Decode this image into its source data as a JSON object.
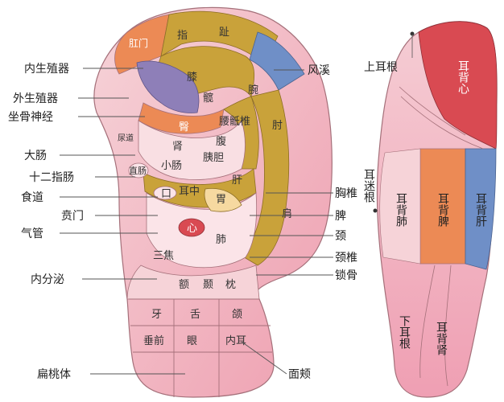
{
  "ear_front": {
    "regions": {
      "ganmen": "肛门",
      "zhi_a": "趾",
      "zhi_b": "指",
      "xi": "膝",
      "kuan": "髋",
      "wan": "腕",
      "tun": "臀",
      "yaodizhui": "腰骶椎",
      "zhou": "肘",
      "niaodao": "尿道",
      "fu": "腹",
      "shen": "肾",
      "yidan": "胰胆",
      "xiaochang": "小肠",
      "zhichang": "直肠",
      "gan": "肝",
      "kou": "口",
      "erzhong": "耳中",
      "wei": "胃",
      "jian": "肩",
      "xin": "心",
      "fei": "肺",
      "sanjiao": "三焦",
      "e": "额",
      "nie": "颞",
      "zhen": "枕",
      "ya": "牙",
      "she": "舌",
      "he": "颌",
      "chuiqian": "垂前",
      "yan": "眼",
      "neier": "内耳"
    },
    "left_labels": {
      "nei_shengzhi": "内生殖器",
      "wai_shengzhi": "外生殖器",
      "zuogu": "坐骨神经",
      "dachang": "大肠",
      "shierzhi": "十二指肠",
      "shidao": "食道",
      "benmen": "贲门",
      "qiguan": "气管",
      "neifenmi": "内分泌",
      "biantaoti": "扁桃体"
    },
    "right_labels": {
      "fengxi": "风溪",
      "xiongzhui": "胸椎",
      "pi": "脾",
      "jing": "颈",
      "jingzhui": "颈椎",
      "suogu": "锁骨",
      "mianjia": "面颊"
    }
  },
  "ear_back": {
    "shang_ergen": "上耳根",
    "er_mi_gen": "耳迷根",
    "xia_ergen": "下耳根",
    "beixin": "耳背心",
    "beifei": "耳背肺",
    "beipi": "耳背脾",
    "beigan": "耳背肝",
    "beishen": "耳背肾"
  },
  "colors": {
    "skin": "#f3c4cb",
    "olive": "#c9a23a",
    "purple": "#8e7fb8",
    "blue": "#6f8fc7",
    "orange": "#ec8a55",
    "red": "#d94a52",
    "pale": "#fbe4e8"
  }
}
